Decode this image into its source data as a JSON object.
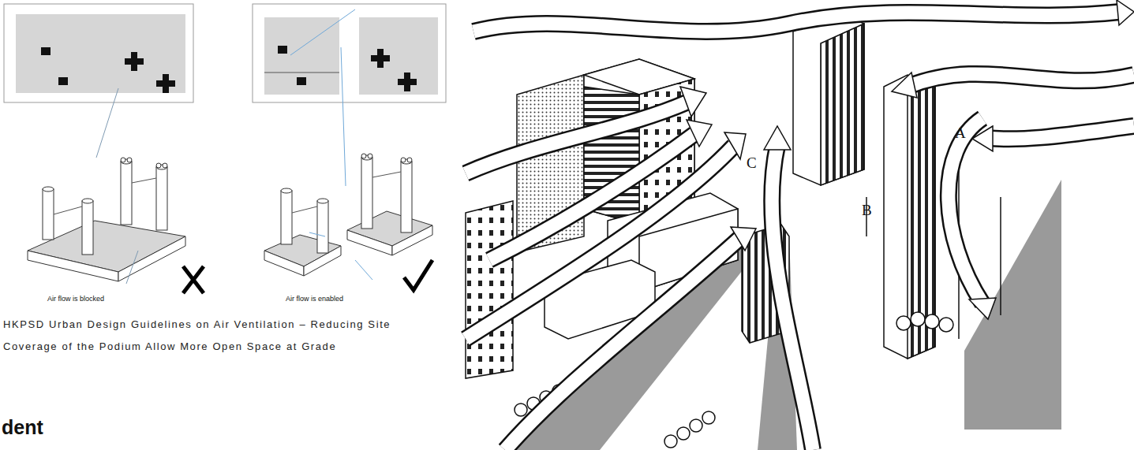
{
  "diagram": {
    "caption": "HKPSD Urban Design Guidelines on Air Ventilation – Reducing Site Coverage of the Podium Allow More Open Space at Grade",
    "labels": [
      "Air flow is blocked",
      "Air flow is enabled",
      "dent",
      "A",
      "B",
      "C"
    ]
  }
}
